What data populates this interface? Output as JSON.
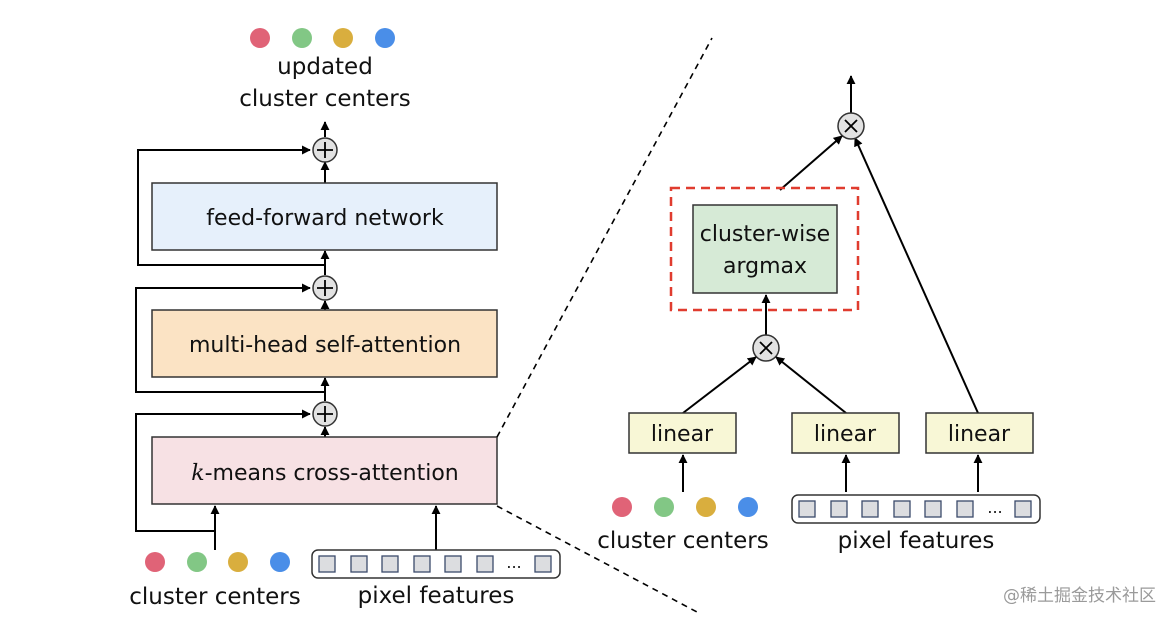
{
  "left": {
    "top_label_line1": "updated",
    "top_label_line2": "cluster centers",
    "ffn_label": "feed-forward network",
    "mhsa_label": "multi-head self-attention",
    "kmeans_k": "k",
    "kmeans_rest": "-means cross-attention",
    "cluster_label": "cluster centers",
    "pixel_label": "pixel features",
    "ellipsis": "..."
  },
  "right": {
    "argmax_line1": "cluster-wise",
    "argmax_line2": "argmax",
    "linear_1": "linear",
    "linear_2": "linear",
    "linear_3": "linear",
    "cluster_label": "cluster centers",
    "pixel_label": "pixel features",
    "ellipsis": "..."
  },
  "colors": {
    "center_1": "#e06377",
    "center_2": "#82c785",
    "center_3": "#d9ae3e",
    "center_4": "#4a8ee8",
    "ffn_fill": "#e6f0fb",
    "mhsa_fill": "#fbe3c4",
    "kmeans_fill": "#f7e1e4",
    "argmax_fill": "#d6ead6",
    "linear_fill": "#f8f7d6",
    "pixel_cell_fill": "#dcdde0",
    "highlight_dash": "#e03c2f"
  },
  "watermark": "@稀土掘金技术社区"
}
